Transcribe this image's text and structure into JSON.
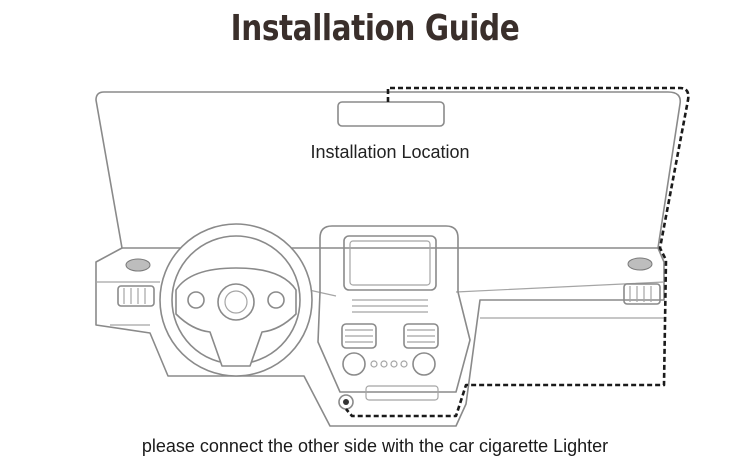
{
  "title": "Installation Guide",
  "installation_location_label": "Installation Location",
  "caption": "please connect the other side with the car cigarette Lighter",
  "colors": {
    "title": "#3a2f2b",
    "outline": "#8a8a8a",
    "cable": "#1a1a1a"
  },
  "icons": {
    "cable": "dashed-cable-icon",
    "steering_wheel": "steering-wheel-icon",
    "mirror": "rearview-mirror-icon",
    "socket": "cigarette-lighter-socket-icon"
  }
}
